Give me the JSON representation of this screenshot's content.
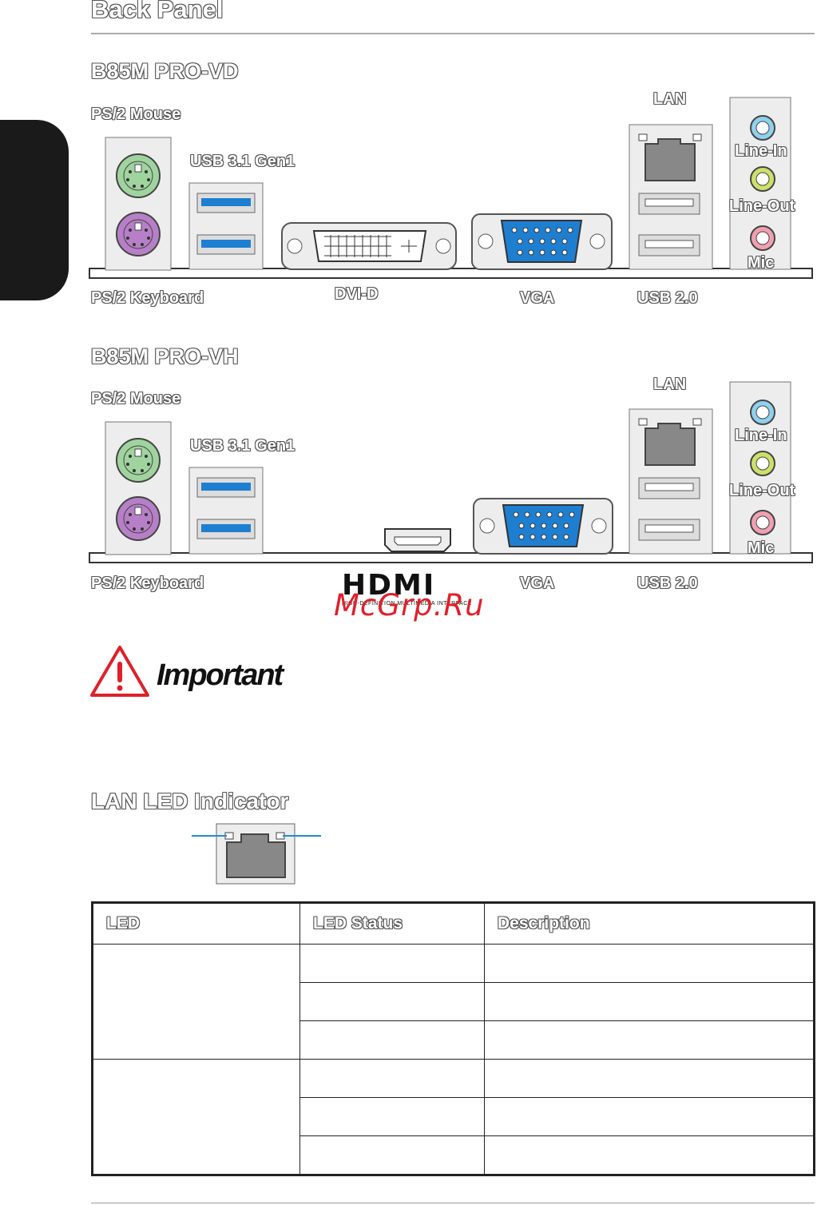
{
  "page": {
    "title": "Back Panel"
  },
  "sections": [
    {
      "model": "B85M PRO-VD",
      "labels": {
        "ps2_mouse": "PS/2 Mouse",
        "usb31": "USB 3.1 Gen1",
        "lan": "LAN",
        "line_in": "Line-In",
        "line_out": "Line-Out",
        "mic": "Mic",
        "ps2_keyboard": "PS/2 Keyboard",
        "video1": "DVI-D",
        "vga": "VGA",
        "usb20": "USB 2.0"
      }
    },
    {
      "model": "B85M PRO-VH",
      "labels": {
        "ps2_mouse": "PS/2 Mouse",
        "usb31": "USB 3.1 Gen1",
        "lan": "LAN",
        "line_in": "Line-In",
        "line_out": "Line-Out",
        "mic": "Mic",
        "ps2_keyboard": "PS/2 Keyboard",
        "vga": "VGA",
        "usb20": "USB 2.0"
      },
      "hdmi_logo": "HDMI",
      "hdmi_tagline": "HIGH-DEFINITION MULTIMEDIA INTERFACE"
    }
  ],
  "watermark": "McGrp.Ru",
  "important": {
    "label": "Important"
  },
  "lan_led": {
    "heading": "LAN LED Indicator",
    "table": {
      "headers": [
        "LED",
        "LED Status",
        "Description"
      ]
    }
  },
  "colors": {
    "ps2_mouse": "#9fd49f",
    "ps2_keyboard": "#b77fc7",
    "usb3": "#1e7fd1",
    "vga": "#1e7fd1",
    "line_in": "#8fd0ef",
    "line_out": "#cde06a",
    "mic": "#f0a0b0",
    "led_line": "#1f8fd0",
    "warning": "#e0202a"
  }
}
